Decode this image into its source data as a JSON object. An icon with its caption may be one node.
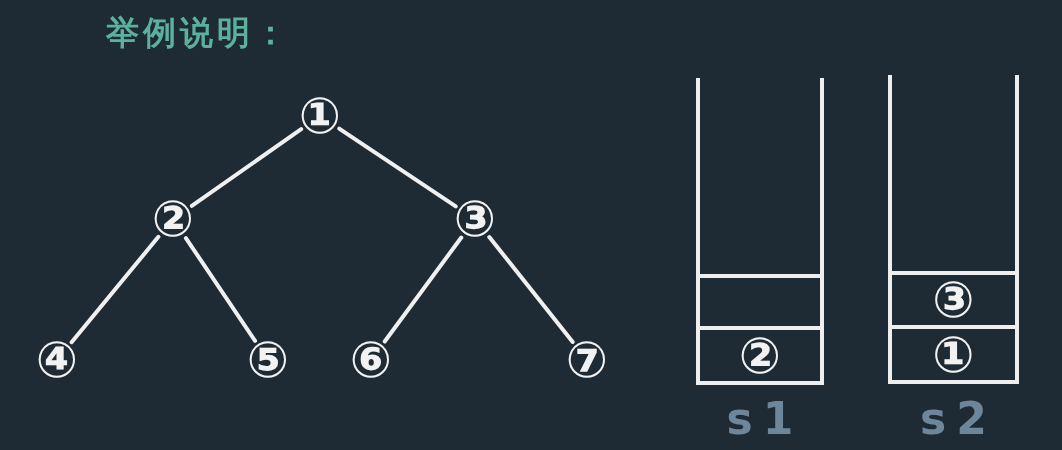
{
  "diagram": {
    "title": "举例说明：",
    "nodes": [
      {
        "text": [
          "①"
        ]
      },
      {
        "text": [
          "②"
        ]
      },
      {
        "text": [
          "③"
        ]
      },
      {
        "text": [
          "④"
        ]
      },
      {
        "text": [
          "⑤"
        ]
      },
      {
        "text": [
          "⑥"
        ]
      },
      {
        "text": [
          "⑦"
        ]
      },
      {
        "text": [
          "s1"
        ]
      },
      {
        "text": [],
        "shape": "box",
        "in": 7
      },
      {
        "text": [
          "②"
        ],
        "in": 7
      },
      {
        "text": [
          "s2"
        ]
      },
      {
        "text": [
          "③"
        ],
        "in": 10
      },
      {
        "text": [
          "①"
        ],
        "in": 10
      }
    ],
    "edges": [
      {
        "from": 0,
        "to": 1,
        "arrow": "none"
      },
      {
        "from": 0,
        "to": 2,
        "arrow": "none"
      },
      {
        "from": 1,
        "to": 3,
        "arrow": "none"
      },
      {
        "from": 1,
        "to": 4,
        "arrow": "none"
      },
      {
        "from": 2,
        "to": 5,
        "arrow": "none"
      },
      {
        "from": 2,
        "to": 6,
        "arrow": "none"
      }
    ]
  }
}
